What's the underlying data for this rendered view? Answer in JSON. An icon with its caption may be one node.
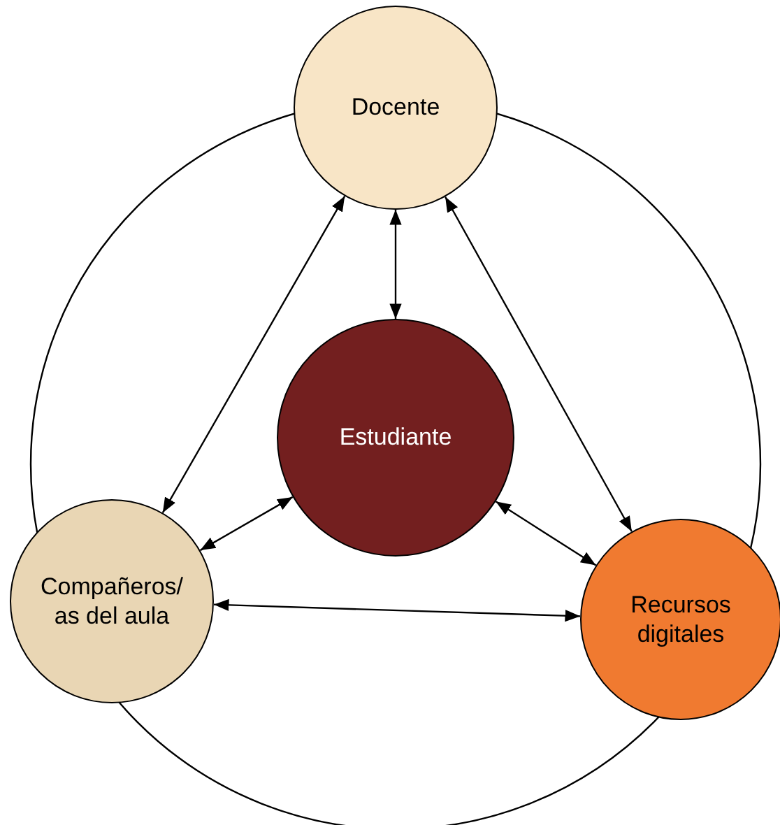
{
  "diagram": {
    "nodes": [
      {
        "text": [
          "Docente"
        ]
      },
      {
        "text": [
          "Estudiante"
        ]
      },
      {
        "text": [
          "Compañeros/ as del aula"
        ]
      },
      {
        "text": [
          "Recursos digitales"
        ]
      }
    ],
    "edges": [
      {
        "from": 0,
        "to": 1,
        "arrow": "both"
      },
      {
        "from": 0,
        "to": 2,
        "arrow": "both"
      },
      {
        "from": 0,
        "to": 3,
        "arrow": "both"
      },
      {
        "from": 1,
        "to": 2,
        "arrow": "both"
      },
      {
        "from": 1,
        "to": 3,
        "arrow": "both"
      },
      {
        "from": 2,
        "to": 3,
        "arrow": "both"
      }
    ]
  }
}
